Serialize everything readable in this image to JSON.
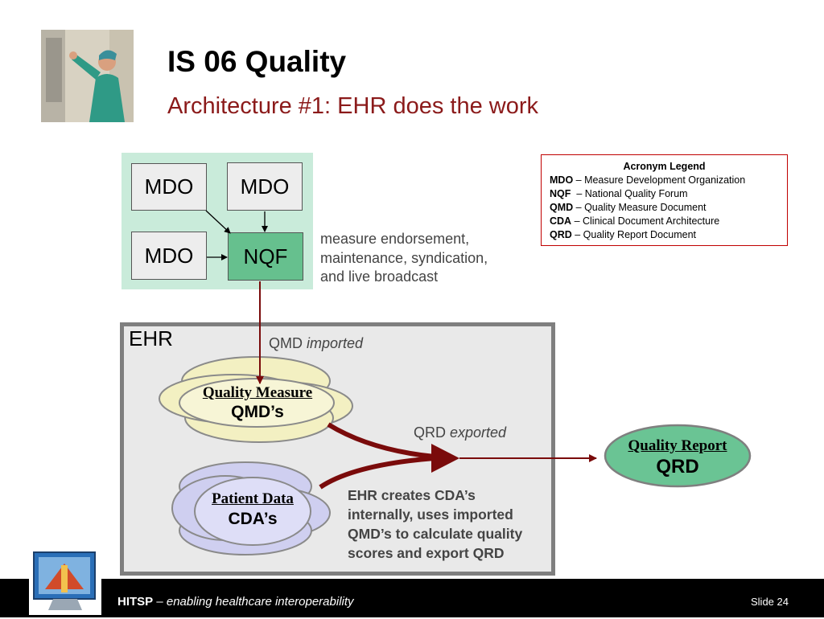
{
  "header": {
    "title": "IS 06 Quality",
    "subtitle": "Architecture #1: EHR does the work"
  },
  "mdo_cluster": {
    "mdo_labels": [
      "MDO",
      "MDO",
      "MDO"
    ],
    "nqf_label": "NQF",
    "endorsement_lines": [
      "measure endorsement,",
      "maintenance, syndication,",
      "and live broadcast"
    ]
  },
  "legend": {
    "title": "Acronym Legend",
    "items": [
      {
        "abbr": "MDO",
        "def": " – Measure Development Organization"
      },
      {
        "abbr": "NQF",
        "def": "  – National Quality Forum"
      },
      {
        "abbr": "QMD",
        "def": " – Quality Measure Document"
      },
      {
        "abbr": "CDA",
        "def": " – Clinical Document Architecture"
      },
      {
        "abbr": "QRD",
        "def": " – Quality Report Document"
      }
    ]
  },
  "ehr": {
    "label": "EHR",
    "qmd_prefix": "QMD ",
    "qmd_suffix": "imported",
    "qrd_prefix": "QRD ",
    "qrd_suffix": "exported",
    "quality_measure_title": "Quality Measure",
    "quality_measure_sub": "QMD’s",
    "patient_data_title": "Patient Data",
    "patient_data_sub": "CDA’s",
    "note_lines": [
      "EHR creates CDA’s",
      "internally, uses imported",
      "QMD’s to calculate quality",
      "scores and export QRD"
    ]
  },
  "quality_report": {
    "title": "Quality Report",
    "sub": "QRD"
  },
  "footer": {
    "brand": "HITSP",
    "dash": " – ",
    "tagline": "enabling healthcare interoperability",
    "slide": "Slide 24"
  },
  "colors": {
    "title_red": "#8b1a1a",
    "mdo_panel": "#c9ebda",
    "nqf_green": "#66c08e",
    "arrow_dark_red": "#7a0b0b",
    "qm_yellow": "#f3f0c2",
    "pd_lavender": "#cfcff0",
    "qr_green": "#6ac494"
  }
}
